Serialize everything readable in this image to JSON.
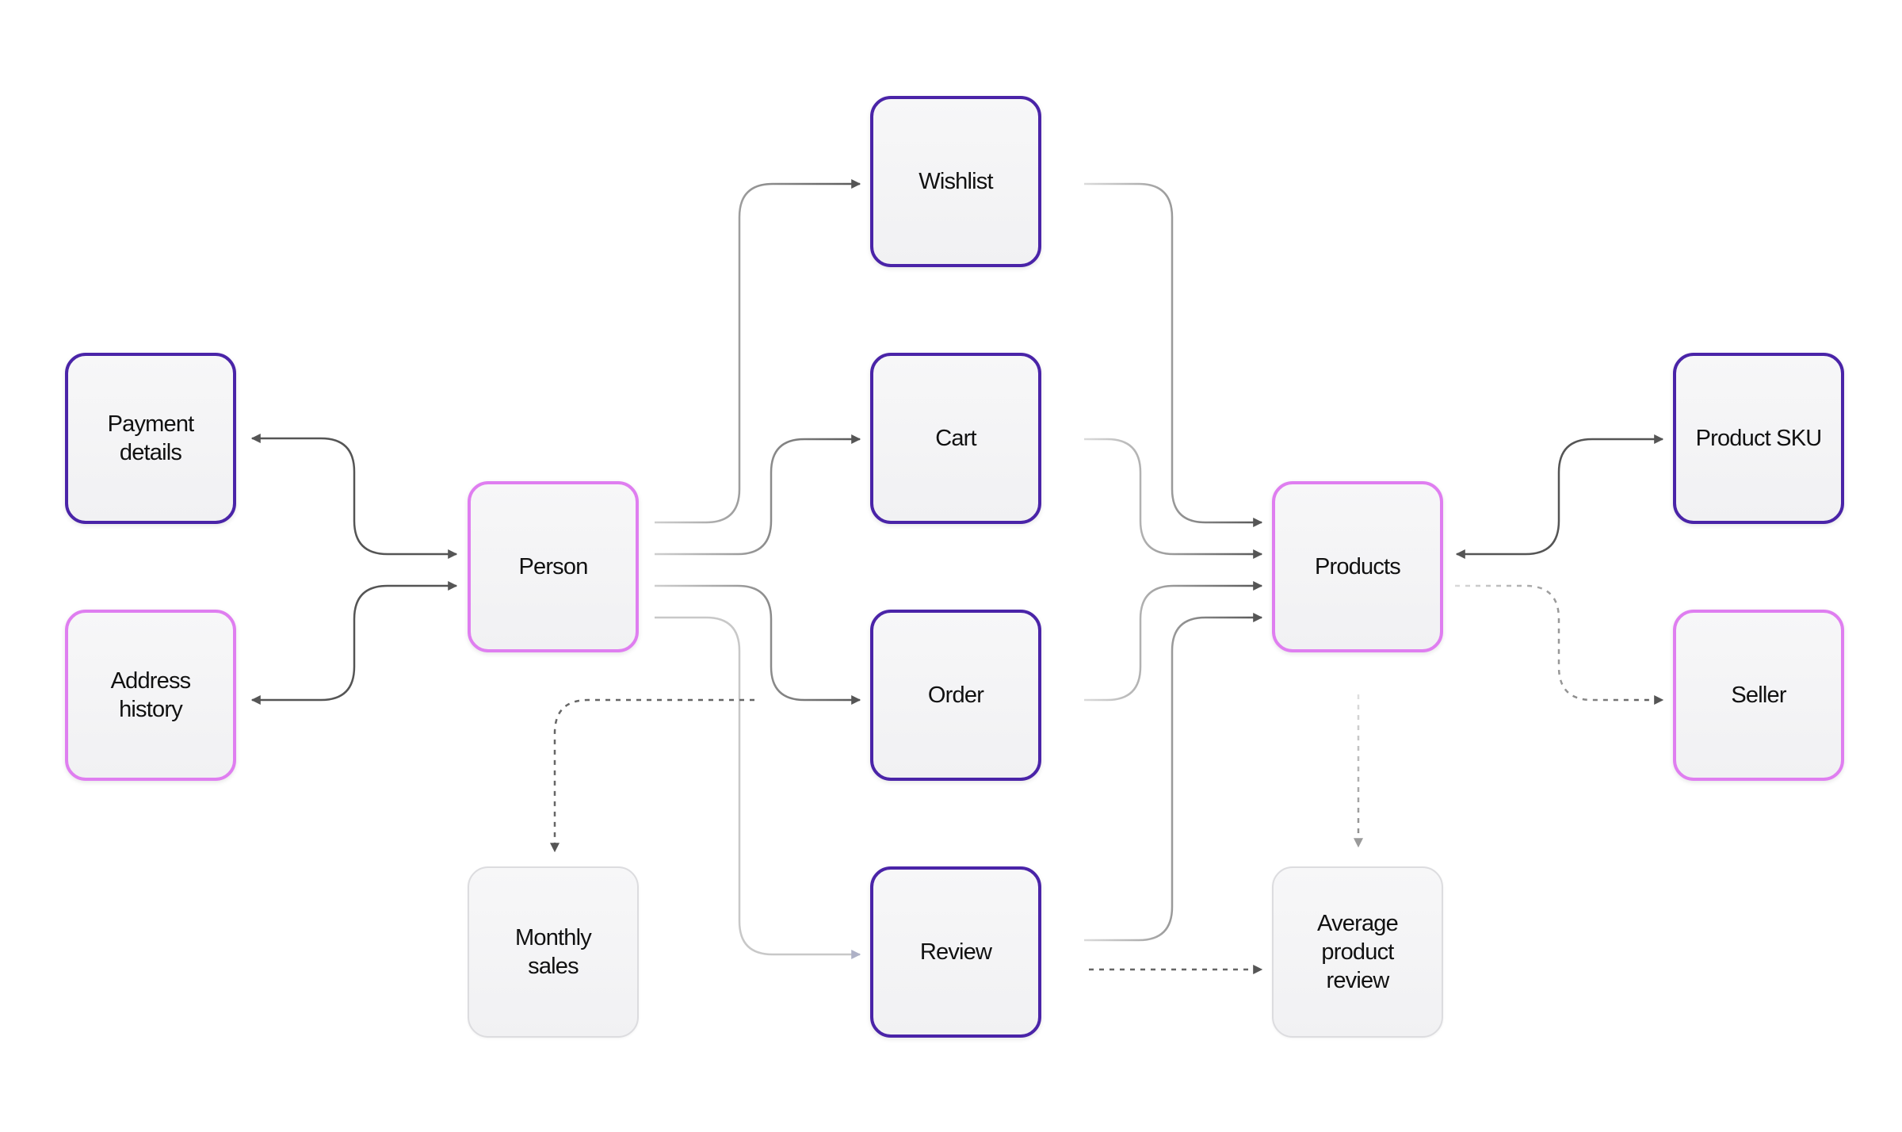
{
  "nodes": {
    "payment_details": "Payment\ndetails",
    "address_history": "Address\nhistory",
    "person": "Person",
    "monthly_sales": "Monthly\nsales",
    "wishlist": "Wishlist",
    "cart": "Cart",
    "order": "Order",
    "review": "Review",
    "products": "Products",
    "average_product_review": "Average\nproduct\nreview",
    "product_sku": "Product SKU",
    "seller": "Seller"
  },
  "colors": {
    "core_border": "#4a24a8",
    "secondary_border": "#df7ef0",
    "derived_border": "#dcdcdf",
    "edge_dark": "#555555",
    "edge_light": "#c8c8c8",
    "edge_review": "#aeb1c6"
  },
  "edges": [
    {
      "id": "payment-person",
      "from": "payment_details",
      "to": "person",
      "style": "solid",
      "bidirectional": true
    },
    {
      "id": "address-person",
      "from": "address_history",
      "to": "person",
      "style": "solid",
      "bidirectional": true
    },
    {
      "id": "person-wishlist",
      "from": "person",
      "to": "wishlist",
      "style": "solid"
    },
    {
      "id": "person-cart",
      "from": "person",
      "to": "cart",
      "style": "solid"
    },
    {
      "id": "person-order",
      "from": "person",
      "to": "order",
      "style": "solid"
    },
    {
      "id": "person-review",
      "from": "person",
      "to": "review",
      "style": "solid"
    },
    {
      "id": "order-monthly-sales",
      "from": "order",
      "to": "monthly_sales",
      "style": "dashed"
    },
    {
      "id": "wishlist-products",
      "from": "wishlist",
      "to": "products",
      "style": "solid"
    },
    {
      "id": "cart-products",
      "from": "cart",
      "to": "products",
      "style": "solid"
    },
    {
      "id": "order-products",
      "from": "order",
      "to": "products",
      "style": "solid"
    },
    {
      "id": "review-products",
      "from": "review",
      "to": "products",
      "style": "solid"
    },
    {
      "id": "review-average",
      "from": "review",
      "to": "average_product_review",
      "style": "dashed"
    },
    {
      "id": "products-average",
      "from": "products",
      "to": "average_product_review",
      "style": "dashed"
    },
    {
      "id": "products-sku",
      "from": "products",
      "to": "product_sku",
      "style": "solid",
      "bidirectional": true
    },
    {
      "id": "products-seller",
      "from": "products",
      "to": "seller",
      "style": "dashed"
    }
  ]
}
